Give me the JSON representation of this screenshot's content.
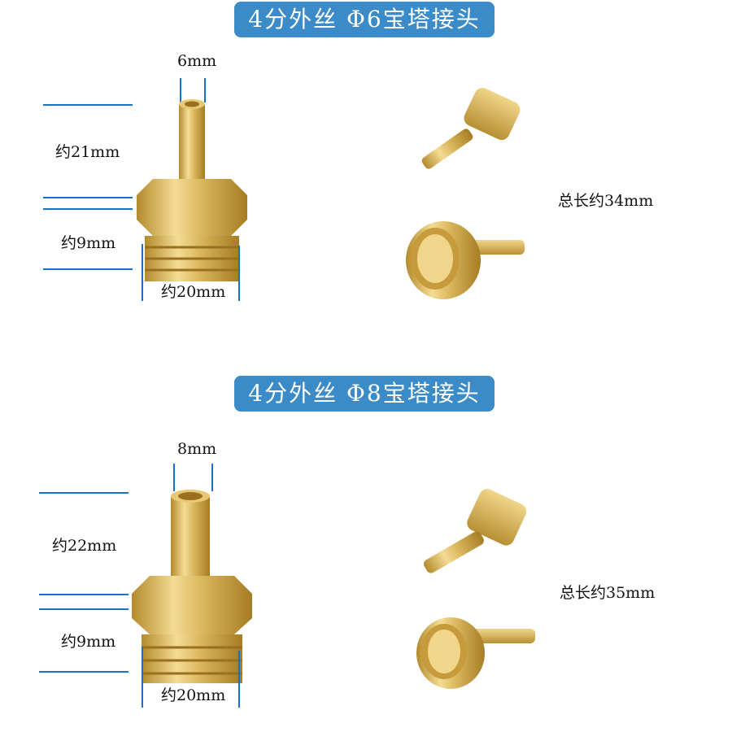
{
  "sections": [
    {
      "title": "4分外丝 Φ6宝塔接头",
      "barb_diameter": "6mm",
      "barb_length": "约21mm",
      "thread_length": "约9mm",
      "thread_width": "约20mm",
      "total_length": "总长约34mm"
    },
    {
      "title": "4分外丝 Φ8宝塔接头",
      "barb_diameter": "8mm",
      "barb_length": "约22mm",
      "thread_length": "约9mm",
      "thread_width": "约20mm",
      "total_length": "总长约35mm"
    }
  ],
  "colors": {
    "banner": "#3a8bc8",
    "dimension_line": "#1a6fc6",
    "brass": "#d9b85a"
  }
}
